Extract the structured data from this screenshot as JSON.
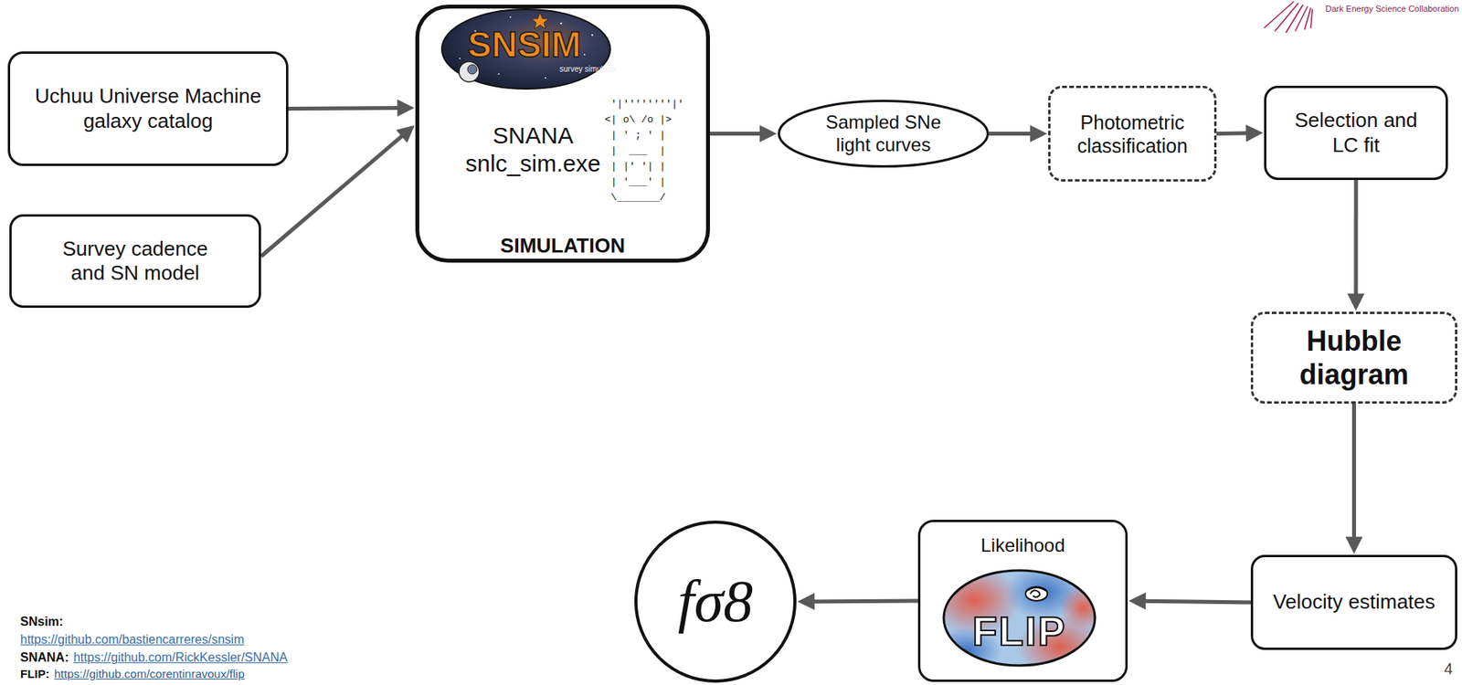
{
  "diagram": {
    "nodes": [
      {
        "text": [
          "Uchuu Universe Machine galaxy catalog"
        ]
      },
      {
        "text": [
          "Survey cadence and SN model"
        ]
      },
      {
        "text": [
          "SNANA snlc_sim.exe",
          "SIMULATION"
        ]
      },
      {
        "text": [
          "Sampled SNe light curves"
        ]
      },
      {
        "text": [
          "Photometric classification"
        ]
      },
      {
        "text": [
          "Selection and LC fit"
        ]
      },
      {
        "text": [
          "Hubble diagram"
        ]
      },
      {
        "text": [
          "Velocity estimates"
        ]
      },
      {
        "text": [
          "Likelihood"
        ]
      },
      {
        "text": [
          "fσ8"
        ]
      }
    ],
    "edges": [
      {
        "from": 0,
        "to": 2,
        "arrow": "to"
      },
      {
        "from": 1,
        "to": 2,
        "arrow": "to"
      },
      {
        "from": 2,
        "to": 3,
        "arrow": "to"
      },
      {
        "from": 3,
        "to": 4,
        "arrow": "to"
      },
      {
        "from": 4,
        "to": 5,
        "arrow": "to"
      },
      {
        "from": 5,
        "to": 6,
        "arrow": "to"
      },
      {
        "from": 6,
        "to": 7,
        "arrow": "to"
      },
      {
        "from": 7,
        "to": 8,
        "arrow": "to"
      },
      {
        "from": 8,
        "to": 9,
        "arrow": "to"
      }
    ],
    "labels": [
      "SNSIM",
      "survey simulator",
      " '|''''''''|'",
      "<| o\\ /o |>",
      " | ' ; ' |",
      " |  ___  |",
      " | |' '| |",
      " | '___' |",
      " \\_______/",
      "FLIP",
      "SNsim:",
      "https://github.com/bastiencarreres/snsim",
      "SNANA:",
      "https://github.com/RickKessler/SNANA",
      "FLIP:",
      "https://github.com/corentinravoux/flip",
      "4",
      "Dark Energy Science Collaboration"
    ]
  }
}
